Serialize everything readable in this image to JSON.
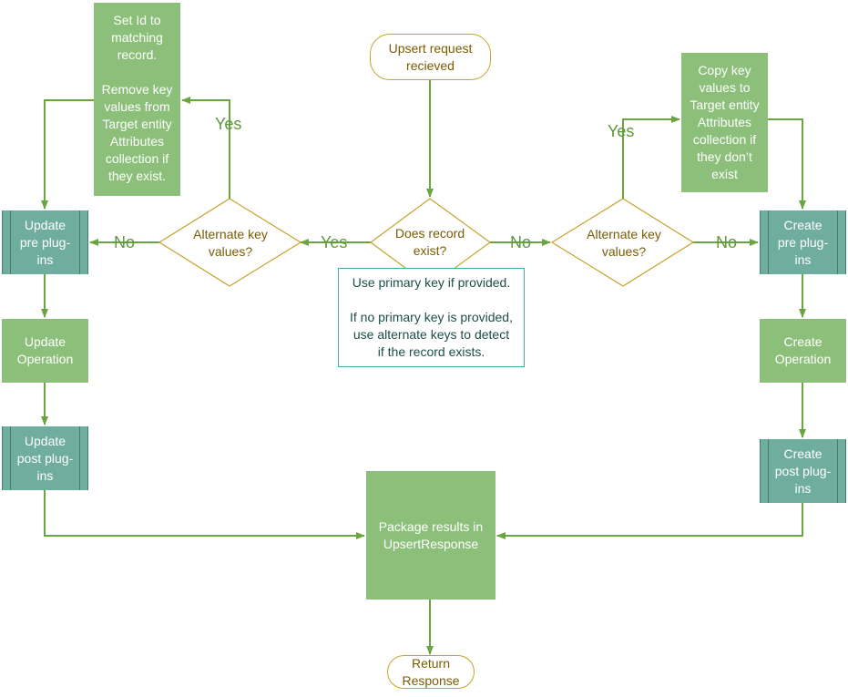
{
  "start": "Upsert request\nrecieved",
  "decision_exists": "Does record\nexist?",
  "decision_alt_left": "Alternate key\nvalues?",
  "decision_alt_right": "Alternate key\nvalues?",
  "note_left": "Set Id to\nmatching\nrecord.\n\nRemove key\nvalues from\nTarget entity\nAttributes\ncollection if\nthey exist.",
  "note_right": "Copy key\nvalues to\nTarget entity\nAttributes\ncollection if\nthey don’t\nexist",
  "update_pre": "Update\npre plug-\nins",
  "update_op": "Update\nOperation",
  "update_post": "Update\npost plug-\nins",
  "create_pre": "Create\npre plug-\nins",
  "create_op": "Create\nOperation",
  "create_post": "Create\npost plug-\nins",
  "package": "Package results in\nUpsertResponse",
  "end": "Return\nResponse",
  "info": "Use primary key if provided.\n\nIf no primary key is provided,\nuse alternate keys to detect\nif the record exists.",
  "labels": {
    "yes_left_top": "Yes",
    "yes_center": "Yes",
    "no_left": "No",
    "no_center": "No",
    "yes_right_top": "Yes",
    "no_right": "No"
  },
  "colors": {
    "flow_green": "#8cc07a",
    "plugin_teal": "#6fae9f",
    "connector": "#6aa53f",
    "terminator_border": "#c8a22c",
    "info_border": "#48a89a"
  }
}
